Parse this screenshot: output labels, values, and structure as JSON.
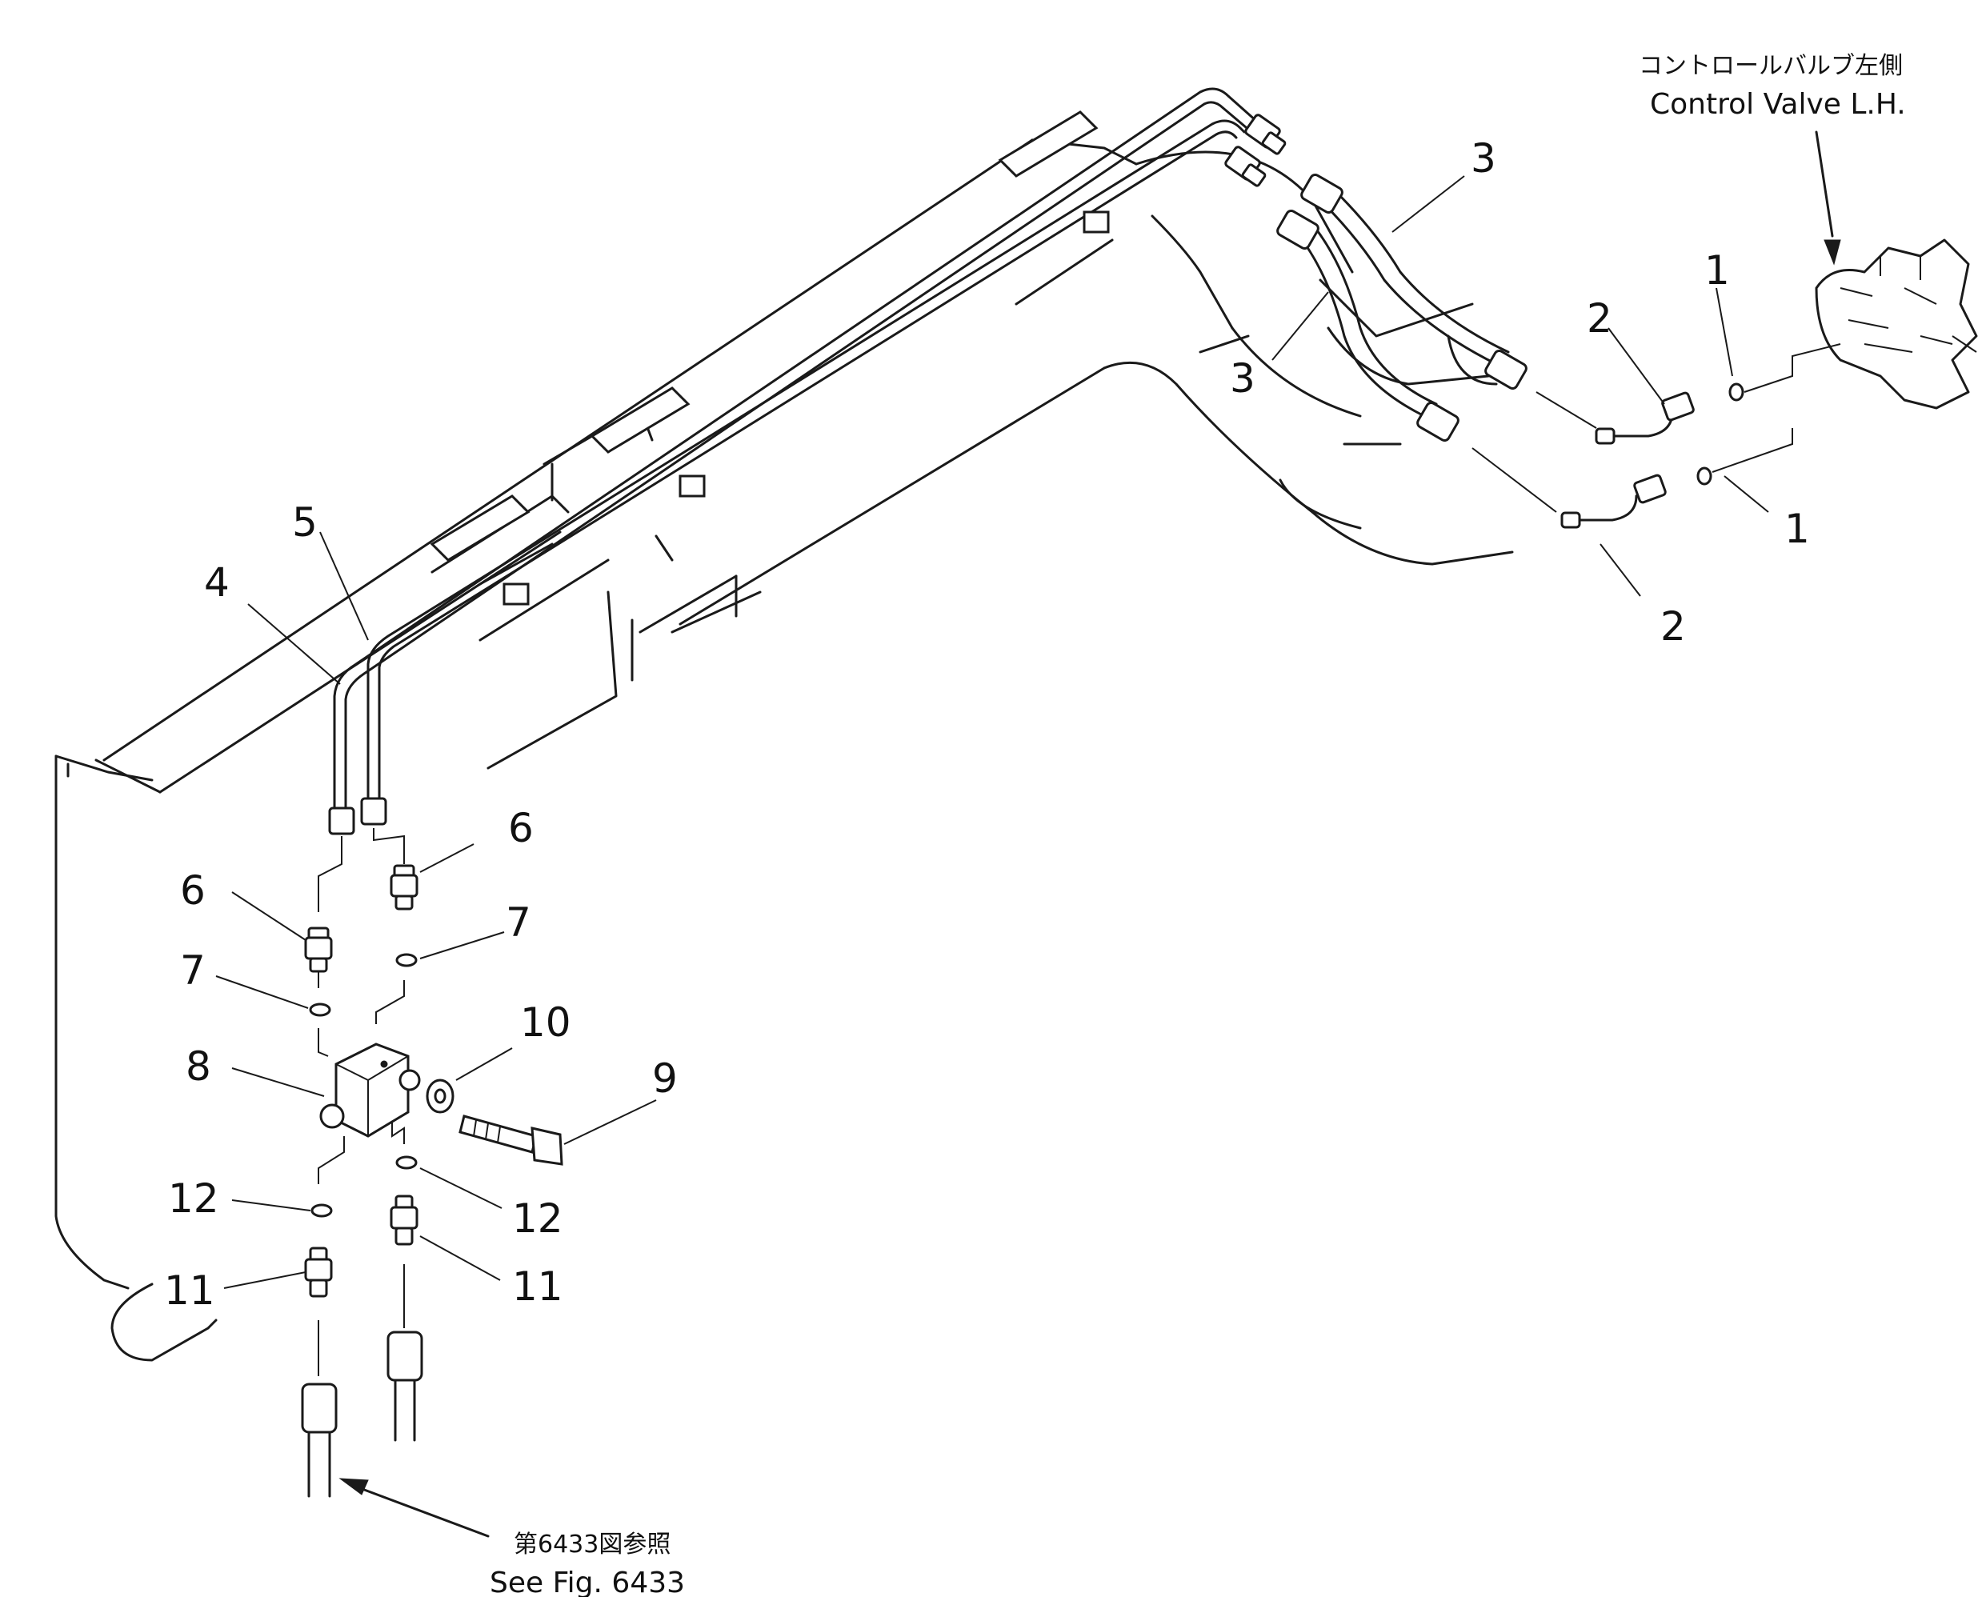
{
  "callouts": {
    "c1_top": "1",
    "c1_bottom": "1",
    "c2_top": "2",
    "c2_bottom": "2",
    "c3_top": "3",
    "c3_left": "3",
    "c4": "4",
    "c5": "5",
    "c6_left": "6",
    "c6_right": "6",
    "c7_left": "7",
    "c7_right": "7",
    "c8": "8",
    "c9": "9",
    "c10": "10",
    "c11_left": "11",
    "c11_right": "11",
    "c12_left": "12",
    "c12_right": "12"
  },
  "notes": {
    "control_valve_jp": "コントロールバルブ左側",
    "control_valve_en": "Control Valve L.H.",
    "see_fig_jp": "第6433図参照",
    "see_fig_en": "See Fig. 6433"
  }
}
